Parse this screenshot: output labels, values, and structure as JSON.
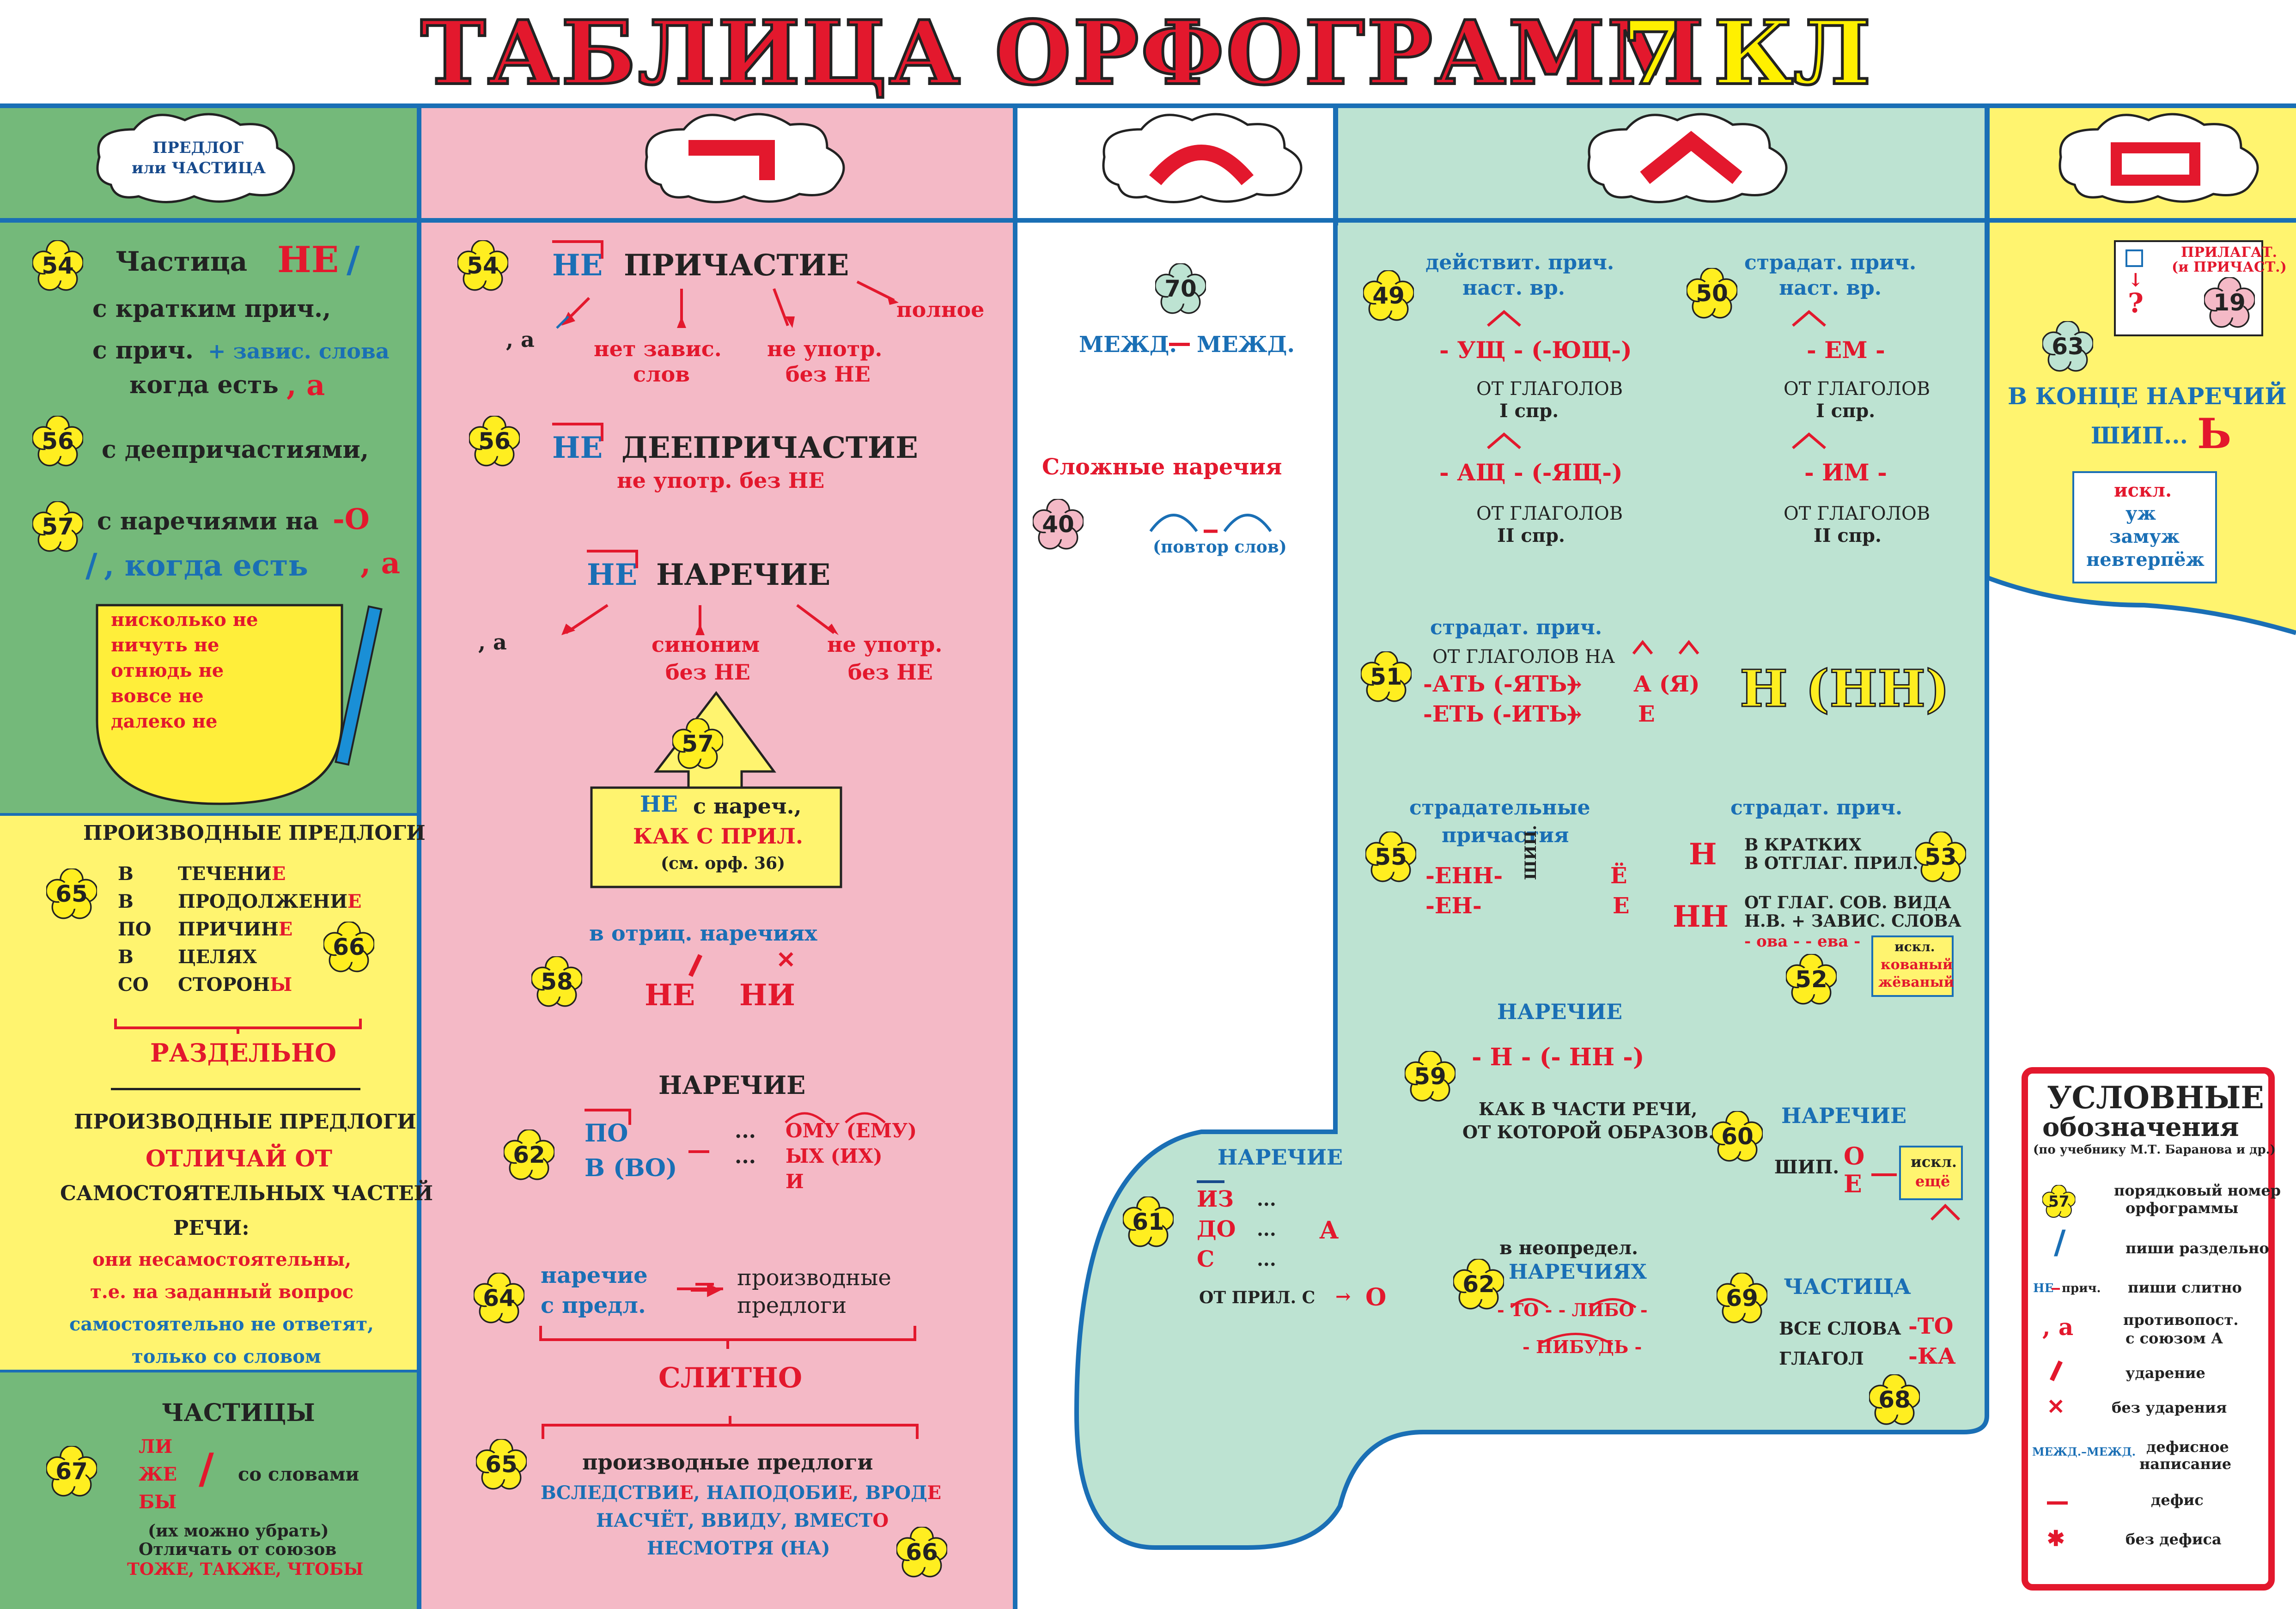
{
  "title": {
    "main": "ТАБЛИЦА ОРФОГРАММ",
    "grade": "7 КЛ"
  },
  "col1": {
    "cloud": [
      "ПРЕДЛОГ",
      "или ЧАСТИЦА"
    ],
    "n54": "54",
    "ch_label": "Частица",
    "ch_ne": "НЕ",
    "ch_slash": "/",
    "l1": "с кратким прич.,",
    "l2a": "с прич.",
    "l2b": "+ завис. слова",
    "l3a": "когда есть",
    ", а": ", а",
    "n56": "56",
    "l4": "с деепричастиями,",
    "n57": "57",
    "l5a": "с наречиями на",
    "l5b": "-О",
    "l6a": "/",
    ", когда есть": ", когда есть",
    "l6c": ", а",
    "box": [
      "нисколько не",
      "ничуть не",
      "отнюдь не",
      "вовсе не",
      "далеко не"
    ],
    "pr_title": "ПРОИЗВОДНЫЕ ПРЕДЛОГИ",
    "n65": "65",
    "n66": "66",
    "pr_left": [
      "В",
      "В",
      "ПО",
      "В",
      "СО"
    ],
    "pr_right": [
      [
        "ТЕЧЕНИ",
        "Е"
      ],
      [
        "ПРОДОЛЖЕНИ",
        "Е"
      ],
      [
        "ПРИЧИН",
        "Е"
      ],
      [
        "ЦЕЛЯХ",
        ""
      ],
      [
        "СТОРОН",
        "Ы"
      ]
    ],
    "razd": "РАЗДЕЛЬНО",
    "pr2": [
      "ПРОИЗВОДНЫЕ ПРЕДЛОГИ"
    ],
    "pr2_red": "ОТЛИЧАЙ ОТ",
    "pr2b": [
      "САМОСТОЯТЕЛЬНЫХ ЧАСТЕЙ",
      "РЕЧИ:"
    ],
    "pr3": [
      "они несамостоятельны,",
      "т.е. на заданный вопрос",
      "самостоятельно не ответят,",
      "только со словом"
    ],
    "part_title": "ЧАСТИЦЫ",
    "n67": "67",
    "part_list": [
      "ЛИ",
      "ЖЕ",
      "БЫ"
    ],
    "part_slash": "/",
    "part_with": "со словами",
    "part_note1": "(их можно убрать)",
    "part_note2": "Отличать от союзов",
    "part_note3": "ТОЖЕ, ТАКЖЕ, ЧТОБЫ"
  },
  "col2": {
    "n54": "54",
    "ne1": "НЕ",
    "prich": "ПРИЧАСТИЕ",
    "polnoe": "полное",
    ",а": ", а",
    "net_zav": [
      "нет завис.",
      "слов"
    ],
    "ne_upotr": [
      "не употр.",
      "без НЕ"
    ],
    "n56": "56",
    "ne2": "НЕ",
    "deepr": "ДЕЕПРИЧАСТИЕ",
    "deepr_sub": "не употр. без НЕ",
    "ne3": "НЕ",
    "nar": "НАРЕЧИЕ",
    ",а2": ", а",
    "sinonim": [
      "синоним",
      "без НЕ"
    ],
    "ne_upotr2": [
      "не употр.",
      "без НЕ"
    ],
    "n57": "57",
    "box57_ne": "НЕ",
    "box57_a": "с нареч.,",
    "box57_b": "КАК С ПРИЛ.",
    "box57_c": "(см. орф. 36)",
    "otric": "в отриц. наречиях",
    "n58": "58",
    "ne4": "НЕ",
    "ni": "НИ",
    "nar2": "НАРЕЧИЕ",
    "n62": "62",
    "po": "ПО",
    "vvo": "В (ВО)",
    "dots1": "...",
    "dots2": "...",
    "omu": "ОМУ (ЕМУ)",
    "ih": "ЫХ (ИХ)",
    "i": "И",
    "n64": "64",
    "nar_pred": [
      "наречие",
      "с предл."
    ],
    "proizv": [
      "производные",
      "предлоги"
    ],
    "slitno": "СЛИТНО",
    "n65": "65",
    "pr_title": "производные предлоги",
    "pr_lines": [
      [
        [
          "ВСЛЕДСТВИ",
          "Е"
        ],
        [
          "НАПОДОБИ",
          "Е"
        ],
        [
          "ВРОД",
          "Е"
        ]
      ],
      [
        [
          "НАСЧЁТ",
          ""
        ],
        [
          "ВВИДУ",
          ""
        ],
        [
          "ВМЕСТ",
          "О"
        ]
      ],
      [
        [
          "НЕСМОТРЯ (НА)",
          ""
        ]
      ]
    ],
    "n66": "66"
  },
  "col3": {
    "n70": "70",
    "mezh": "МЕЖД.",
    "mezh2": "МЕЖД.",
    "slozh": "Сложные наречия",
    "n40": "40",
    "povtor": "(повтор слов)"
  },
  "col4": {
    "n49": "49",
    "d1": [
      "действит. прич.",
      "наст. вр."
    ],
    "ush": "- УЩ - (-ЮЩ-)",
    "ot1": [
      "ОТ ГЛАГОЛОВ",
      "I спр."
    ],
    "ash": "- АЩ - (-ЯЩ-)",
    "ot2": [
      "ОТ ГЛАГОЛОВ",
      "II спр."
    ],
    "n50": "50",
    "s1": [
      "страдат. прич.",
      "наст. вр."
    ],
    "em": "- ЕМ -",
    "ot3": [
      "ОТ ГЛАГОЛОВ",
      "I спр."
    ],
    "im": "- ИМ -",
    "ot4": [
      "ОТ ГЛАГОЛОВ",
      "II спр."
    ],
    "n51": "51",
    "s2": "страдат. прич.",
    "s2b": "ОТ ГЛАГОЛОВ НА",
    "at": "-АТЬ (-ЯТЬ)",
    "ay": "А (Я)",
    "et": "-ЕТЬ (-ИТЬ)",
    "e": "Е",
    "nnn": "Н (НН)",
    "n55": "55",
    "sp": [
      "страдательные",
      "причастия"
    ],
    "enn": "-ЕНН-",
    "en": "-ЕН-",
    "ship": "ШИП.",
    "yo": "Ё",
    "ee": "Е",
    "sp2": "страдат. прич.",
    "n53": "53",
    "h": "Н",
    "kr": [
      "В КРАТКИХ",
      "В ОТГЛАГ. ПРИЛ."
    ],
    "nn": "НН",
    "gl": [
      "ОТ ГЛАГ. СОВ. ВИДА",
      "Н.В. + ЗАВИС. СЛОВА"
    ],
    "ova": "- ова - - ева -",
    "n52": "52",
    "iskl1": [
      "искл.",
      "кованый",
      "жёваный"
    ],
    "nar1": "НАРЕЧИЕ",
    "n59": "59",
    "nnn2": "- Н - (- НН -)",
    "kak": [
      "КАК В ЧАСТИ РЕЧИ,",
      "ОТ КОТОРОЙ ОБРАЗОВ."
    ],
    "nar2": "НАРЕЧИЕ",
    "n60": "60",
    "ship2": "ШИП.",
    "o": "О",
    "e2": "Е",
    "iskl2": [
      "искл.",
      "ещё"
    ],
    "nar3": "НАРЕЧИЕ",
    "n61": "61",
    "iz": [
      "ИЗ",
      "ДО",
      "С"
    ],
    "dots": [
      "...",
      "...",
      "..."
    ],
    "a": "А",
    "ot_pril": "ОТ ПРИЛ. С",
    "oo": "О",
    "n62": "62",
    "neopr": [
      "в неопредел.",
      "НАРЕЧИЯХ"
    ],
    "to": "- ТО - - ЛИБО -",
    "nib": "- НИБУДЬ -",
    "n69": "69",
    "chast": "ЧАСТИЦА",
    "vse": "ВСЕ СЛОВА",
    "glag": "ГЛАГОЛ",
    "to2": "-ТО",
    "ka": "-КА",
    "n68": "68"
  },
  "col5": {
    "pril": [
      "ПРИЛАГАТ.",
      "(и ПРИЧАСТ.)"
    ],
    "q": "?",
    "n19": "19",
    "n63": "63",
    "konec": "В КОНЦЕ НАРЕЧИЙ",
    "ship": "ШИП...",
    "mz": "Ь",
    "iskl": [
      "искл.",
      "уж",
      "замуж",
      "невтерпёж"
    ]
  },
  "legend": {
    "title": "УСЛОВНЫЕ",
    "title2": "обозначения",
    "sub": "(по учебнику М.Т. Баранова и др.)",
    "n57": "57",
    "i1": [
      "порядковый номер",
      "орфограммы"
    ],
    "i2": "пиши раздельно",
    "ne": "НЕ",
    "prich": "прич.",
    "i3": "пиши слитно",
    "a": ", а",
    "i4": [
      "противопост.",
      "с союзом А"
    ],
    "i5": "ударение",
    "i6": "без ударения",
    "mezh": "МЕЖД.–МЕЖД.",
    "i7": [
      "дефисное",
      "написание"
    ],
    "i8": "дефис",
    "i9": "без дефиса"
  },
  "colors": {
    "green": "#6fbb74",
    "pink": "#f4b8c5",
    "mint": "#bfe3d3",
    "yellow": "#fff27a",
    "red": "#e3182d",
    "blue": "#1a6fb5"
  }
}
